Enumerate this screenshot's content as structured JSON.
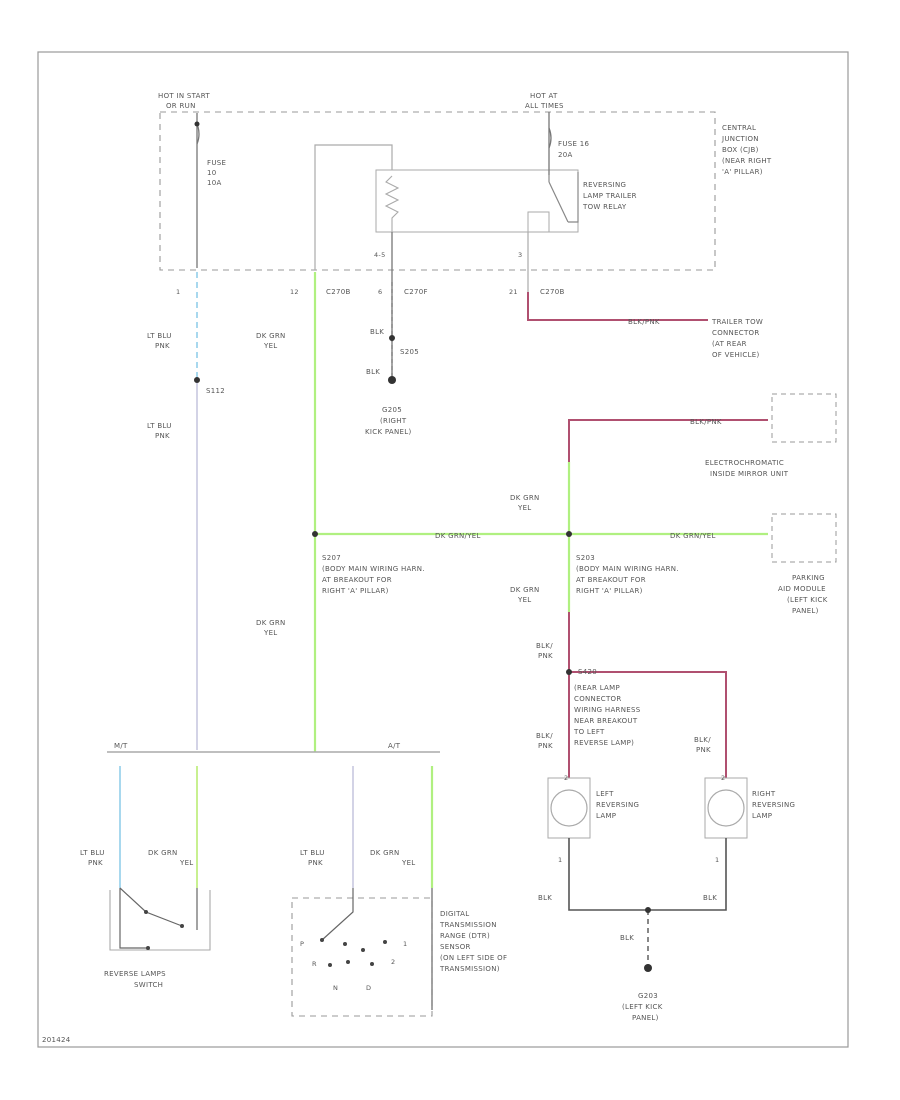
{
  "colors": {
    "border": "#9a9a9a",
    "wire_plain": "#aaaaaa",
    "wire_dark": "#555555",
    "wire_lt_blu_pnk": "#a8d8ee",
    "wire_lt_blu_pnk_alt": "#c8c8e0",
    "wire_dk_grn_yel": "#b0f080",
    "wire_blk_pnk": "#b05070",
    "splice": "#333333"
  },
  "labels": {
    "hot_in_start_run": [
      "HOT IN START",
      "OR RUN"
    ],
    "hot_at_all_times": [
      "HOT AT",
      "ALL TIMES"
    ],
    "fuse_10": [
      "FUSE",
      "10",
      "10A"
    ],
    "fuse_16": [
      "FUSE 16",
      "20A"
    ],
    "cjb": [
      "CENTRAL",
      "JUNCTION",
      "BOX (CJB)",
      "(NEAR RIGHT",
      "'A' PILLAR)"
    ],
    "relay": [
      "REVERSING",
      "LAMP TRAILER",
      "TOW RELAY"
    ],
    "relay_pin_left": "4-5",
    "relay_pin_right": "3",
    "pin_1": "1",
    "pin_12": "12",
    "conn_c270b_1": "C270B",
    "pin_6": "6",
    "conn_c270f": "C270F",
    "pin_21": "21",
    "conn_c270b_2": "C270B",
    "lt_blu_pnk": [
      "LT BLU",
      "PNK"
    ],
    "dk_grn_yel": [
      "DK GRN",
      "YEL"
    ],
    "blk": "BLK",
    "s205": "S205",
    "s112": "S112",
    "g205": [
      "G205",
      "(RIGHT",
      "KICK PANEL)"
    ],
    "blk_pnk_inline": "BLK/PNK",
    "trailer_tow": [
      "TRAILER TOW",
      "CONNECTOR",
      "(AT REAR",
      "OF VEHICLE)"
    ],
    "electrochromic": [
      "ELECTROCHROMATIC",
      "INSIDE MIRROR UNIT"
    ],
    "dk_grn_yel_inline": "DK GRN/YEL",
    "s207": [
      "S207",
      "(BODY MAIN WIRING HARN.",
      "AT BREAKOUT FOR",
      "RIGHT 'A' PILLAR)"
    ],
    "s203": [
      "S203",
      "(BODY MAIN WIRING HARN.",
      "AT BREAKOUT FOR",
      "RIGHT 'A' PILLAR)"
    ],
    "parking_aid": [
      "PARKING",
      "AID MODULE",
      "(LEFT KICK",
      "PANEL)"
    ],
    "blk_pnk": [
      "BLK/",
      "PNK"
    ],
    "s420": "S420",
    "rear_lamp_conn": [
      "(REAR LAMP",
      "CONNECTOR",
      "WIRING HARNESS",
      "NEAR BREAKOUT",
      "TO LEFT",
      "REVERSE LAMP)"
    ],
    "left_lamp": [
      "LEFT",
      "REVERSING",
      "LAMP"
    ],
    "right_lamp": [
      "RIGHT",
      "REVERSING",
      "LAMP"
    ],
    "mt": "M/T",
    "at": "A/T",
    "reverse_switch": [
      "REVERSE LAMPS",
      "SWITCH"
    ],
    "dtr_sensor": [
      "DIGITAL",
      "TRANSMISSION",
      "RANGE (DTR)",
      "SENSOR",
      "(ON LEFT SIDE OF",
      "TRANSMISSION)"
    ],
    "g203": [
      "G203",
      "(LEFT KICK",
      "PANEL)"
    ],
    "dtr_positions": [
      "P",
      "R",
      "N",
      "D",
      "2",
      "1"
    ],
    "lamp_pin_1": "1",
    "lamp_pin_2": "2",
    "code": "201424"
  }
}
